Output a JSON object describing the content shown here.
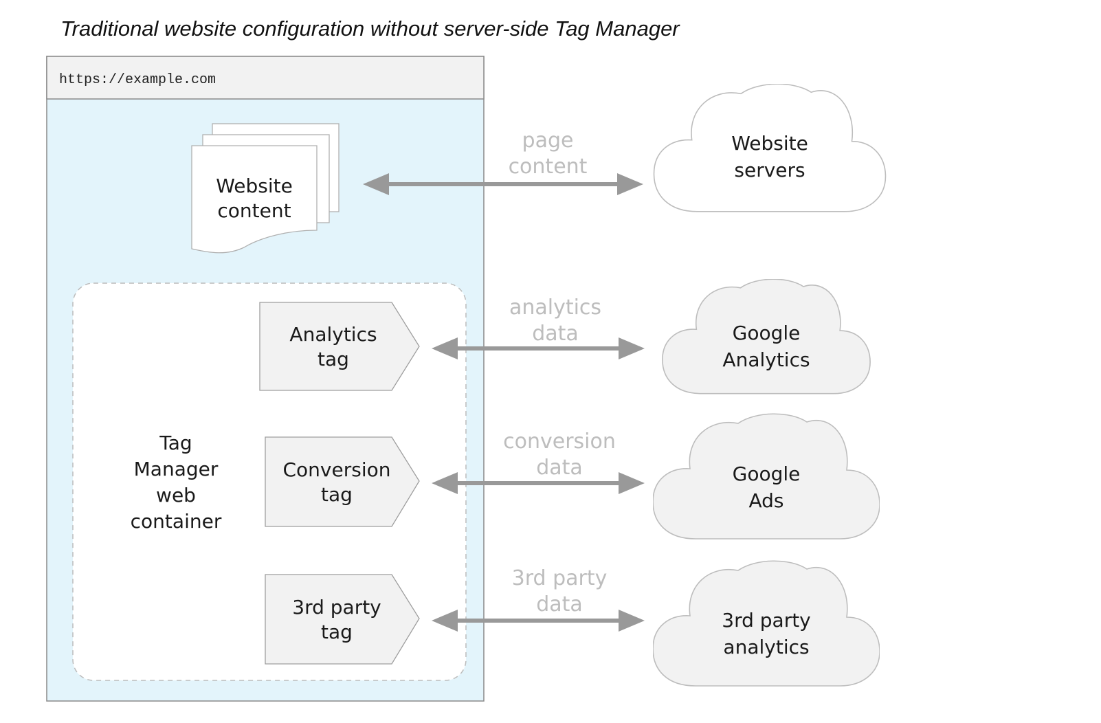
{
  "title": "Traditional website configuration without server-side Tag Manager",
  "browser": {
    "url": "https://example.com"
  },
  "website_content": {
    "line1": "Website",
    "line2": "content"
  },
  "container": {
    "line1": "Tag",
    "line2": "Manager",
    "line3": "web",
    "line4": "container"
  },
  "tags": [
    {
      "line1": "Analytics",
      "line2": "tag"
    },
    {
      "line1": "Conversion",
      "line2": "tag"
    },
    {
      "line1": "3rd party",
      "line2": "tag"
    }
  ],
  "flows": [
    {
      "line1": "page",
      "line2": "content"
    },
    {
      "line1": "analytics",
      "line2": "data"
    },
    {
      "line1": "conversion",
      "line2": "data"
    },
    {
      "line1": "3rd party",
      "line2": "data"
    }
  ],
  "clouds": [
    {
      "line1": "Website",
      "line2": "servers"
    },
    {
      "line1": "Google",
      "line2": "Analytics"
    },
    {
      "line1": "Google",
      "line2": "Ads"
    },
    {
      "line1": "3rd party",
      "line2": "analytics"
    }
  ],
  "colors": {
    "browser_fill": "#e3f4fb",
    "browser_header": "#f2f2f2",
    "box_fill": "#f2f2f2",
    "arrow": "#999999",
    "edge_label": "#bdbdbd",
    "cloud_white": "#ffffff",
    "cloud_grey": "#f2f2f2"
  }
}
